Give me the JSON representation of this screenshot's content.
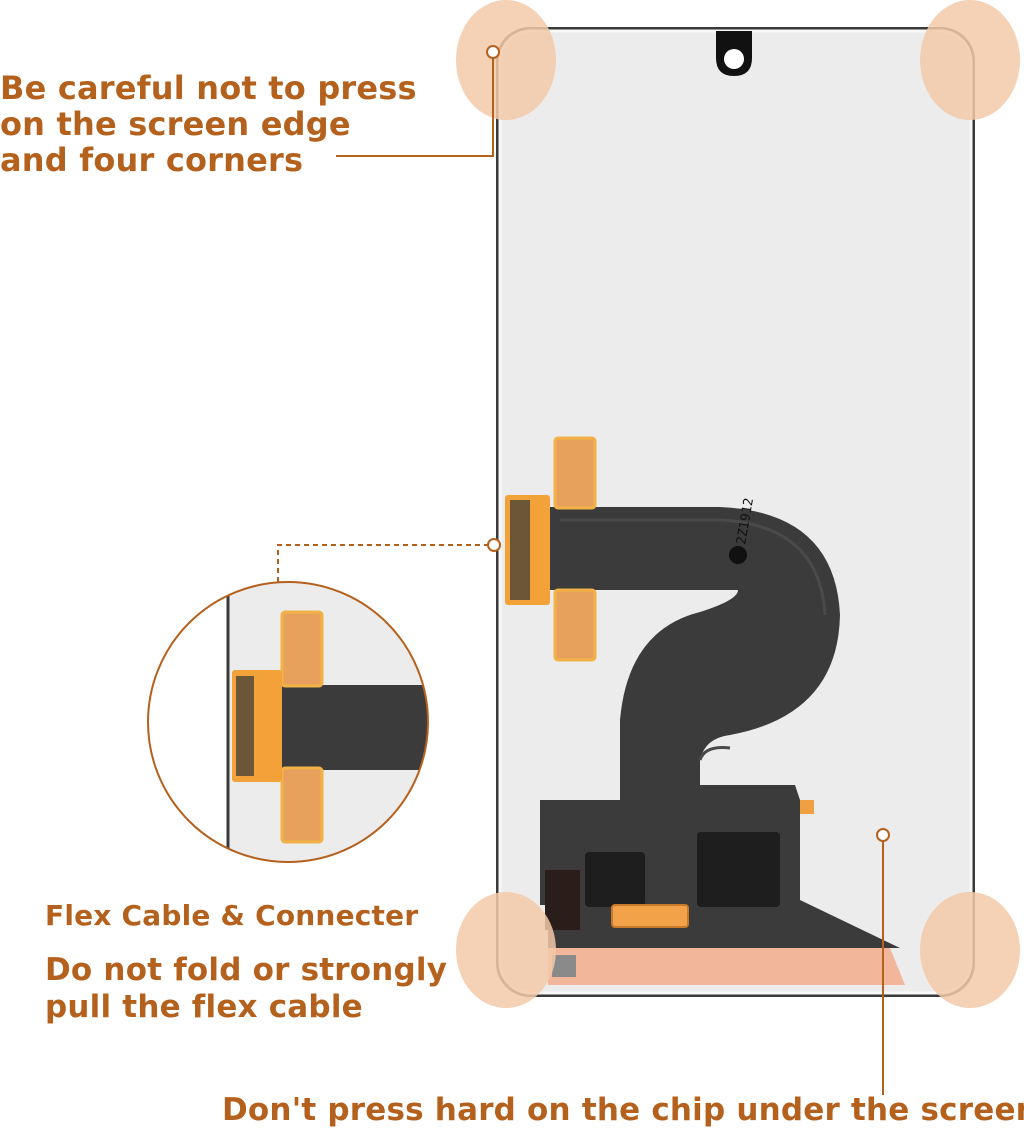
{
  "annotations": {
    "corner_warning": [
      "Be careful not to press",
      "on the screen edge",
      "and four corners"
    ],
    "flex_label": "Flex Cable & Connecter",
    "flex_warning": [
      "Do not fold or strongly",
      "pull the flex cable"
    ],
    "chip_warning": "Don't press hard on the chip under the screen"
  },
  "colors": {
    "accent": "#b5611e",
    "corner_highlight": "#f3c9a8",
    "cable_dark": "#3b3b3b",
    "connector_gold": "#e8a15c",
    "screen_glass": "#ececec"
  }
}
